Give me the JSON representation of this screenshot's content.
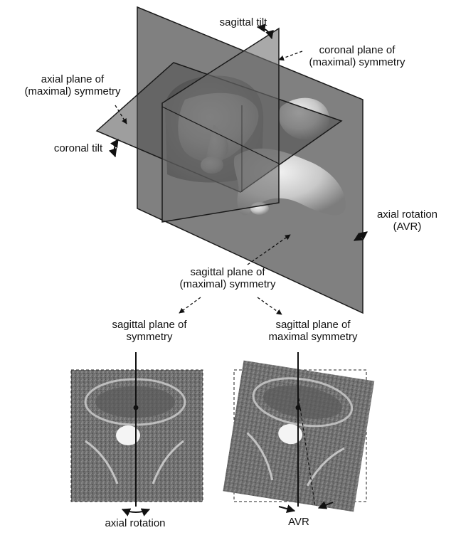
{
  "labels": {
    "sagittal_tilt": "sagittal tilt",
    "coronal_plane_line1": "coronal plane of",
    "coronal_plane_line2": "(maximal) symmetry",
    "axial_plane_line1": "axial plane of",
    "axial_plane_line2": "(maximal) symmetry",
    "coronal_tilt": "coronal tilt",
    "axial_rotation_avr_line1": "axial rotation",
    "axial_rotation_avr_line2": "(AVR)",
    "sagittal_plane_line1": "sagittal plane of",
    "sagittal_plane_line2": "(maximal) symmetry",
    "left_panel_line1": "sagittal plane of",
    "left_panel_line2": "symmetry",
    "right_panel_line1": "sagittal plane of",
    "right_panel_line2": "maximal symmetry",
    "axial_rotation": "axial rotation",
    "avr": "AVR"
  },
  "colors": {
    "plane_fill": "#5f5f5f",
    "plane_edge": "#1a1a1a",
    "vertebra": "#d0d0d0",
    "mri_background": "#6e6e6e",
    "spinal_canal": "#f2f2f2"
  }
}
